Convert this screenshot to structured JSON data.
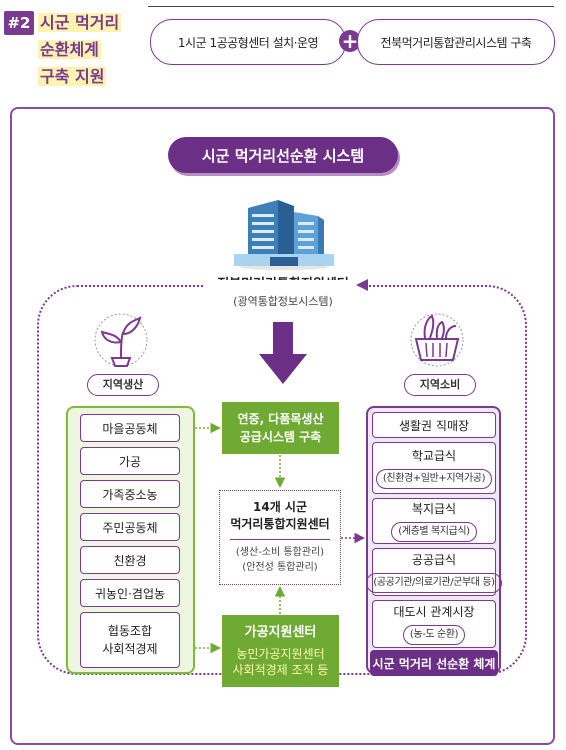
{
  "header": {
    "number": "#2",
    "title_lines": [
      "시군 먹거리",
      "순환체계",
      "구축 지원"
    ],
    "pill_left": "1시군 1공공형센터 설치·운영",
    "pill_plus": "+",
    "pill_right": "전북먹거리통합관리시스템 구축"
  },
  "system_title": "시군 먹거리선순환 시스템",
  "center_hub": {
    "title": "전북먹거리통합지원센터",
    "subtitle": "(광역통합정보시스템)"
  },
  "production": {
    "label": "지역생산",
    "items": [
      {
        "lines": [
          "마을공동체"
        ]
      },
      {
        "lines": [
          "가공"
        ]
      },
      {
        "lines": [
          "가족중소농"
        ]
      },
      {
        "lines": [
          "주민공동체"
        ]
      },
      {
        "lines": [
          "친환경"
        ]
      },
      {
        "lines": [
          "귀농인·겸업농"
        ]
      },
      {
        "lines": [
          "협동조합",
          "사회적경제"
        ]
      }
    ]
  },
  "consumption": {
    "label": "지역소비",
    "items": [
      {
        "main": "생활권 직매장"
      },
      {
        "main": "학교급식",
        "sub": "(친환경+일반+지역가공)"
      },
      {
        "main": "복지급식",
        "sub": "(계층별 복지급식)"
      },
      {
        "main": "공공급식",
        "sub": "(공공기관/의료기관/군부대 등)"
      },
      {
        "main": "대도시 관계시장",
        "sub": "(농-도 순환)"
      }
    ],
    "footer": "시군 먹거리 선순환 체계"
  },
  "middle": {
    "supply_box": [
      "연중, 다품목생산",
      "공급시스템 구축"
    ],
    "center_box": {
      "title_lines": [
        "14개 시군",
        "먹거리통합지원센터"
      ],
      "sub_lines": [
        "(생산-소비 통합관리)",
        "(안전성 통합관리)"
      ]
    },
    "processing_box": {
      "title": "가공지원센터",
      "sub_lines": [
        "농민가공지원센터",
        "사회적경제 조직 등"
      ]
    }
  },
  "colors": {
    "purple": "#7a3a8e",
    "dark_purple": "#6b2f86",
    "green": "#6fab34",
    "highlight": "#fdf3b0"
  }
}
